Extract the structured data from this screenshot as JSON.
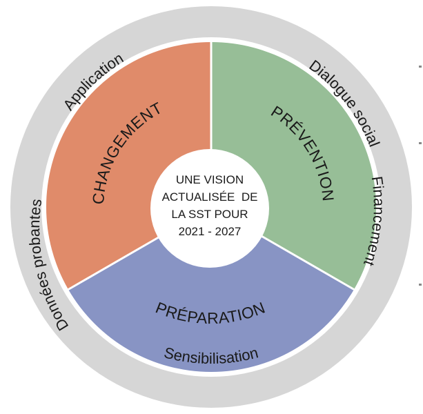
{
  "center": {
    "lines": [
      "UNE VISION",
      "ACTUALISÉE  DE",
      "LA SST POUR",
      "2021 - 2027"
    ]
  },
  "segments": [
    {
      "label": "PRÉVENTION",
      "color": "#97be97"
    },
    {
      "label": "PRÉPARATION",
      "color": "#8894c4"
    },
    {
      "label": "CHANGEMENT",
      "color": "#e08b6a"
    }
  ],
  "ring": {
    "color": "#d6d6d6",
    "labels": {
      "application": "Application",
      "dialogue": "Dialogue social",
      "financement": "Financement",
      "sensibilisation": "Sensibilisation",
      "donnees": "Données probantes"
    }
  }
}
